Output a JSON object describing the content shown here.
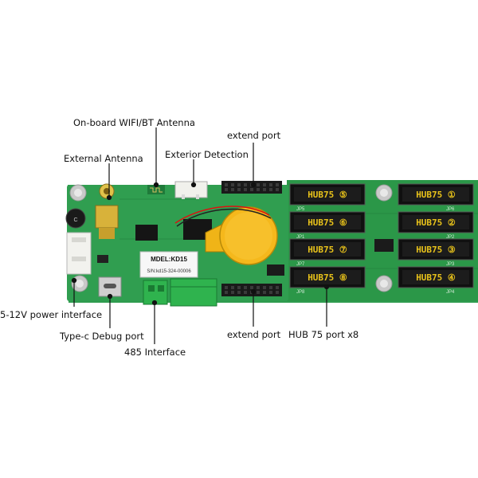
{
  "labels": {
    "wifi_antenna": "On-board WIFI/BT Antenna",
    "extend_port_top": "extend port",
    "external_antenna": "External Antenna",
    "exterior_detection": "Exterior Detection",
    "power_interface": "5-12V power interface",
    "type_c": "Type-c Debug port",
    "interface_485": "485 Interface",
    "extend_port_bottom": "extend port",
    "hub75_ports": "HUB 75 port x8"
  },
  "board": {
    "model_label": "MDEL:KD15",
    "serial_label": "S/N:kd15-324-00006",
    "hub_ports": [
      "HUB75 ⑤",
      "HUB75 ①",
      "HUB75 ⑥",
      "HUB75 ②",
      "HUB75 ⑦",
      "HUB75 ③",
      "HUB75 ⑧",
      "HUB75 ④"
    ],
    "jumper_labels": [
      "JP5",
      "JP6",
      "JP1",
      "JP2",
      "JP7",
      "JP3",
      "JP8",
      "JP4"
    ],
    "colors": {
      "pcb": "#2f9c4f",
      "pcb_dark": "#1f7a3a",
      "battery": "#f5b81c",
      "terminal": "#2fb34e",
      "hub_text": "#e8c21a",
      "hub_body": "#101010"
    }
  }
}
